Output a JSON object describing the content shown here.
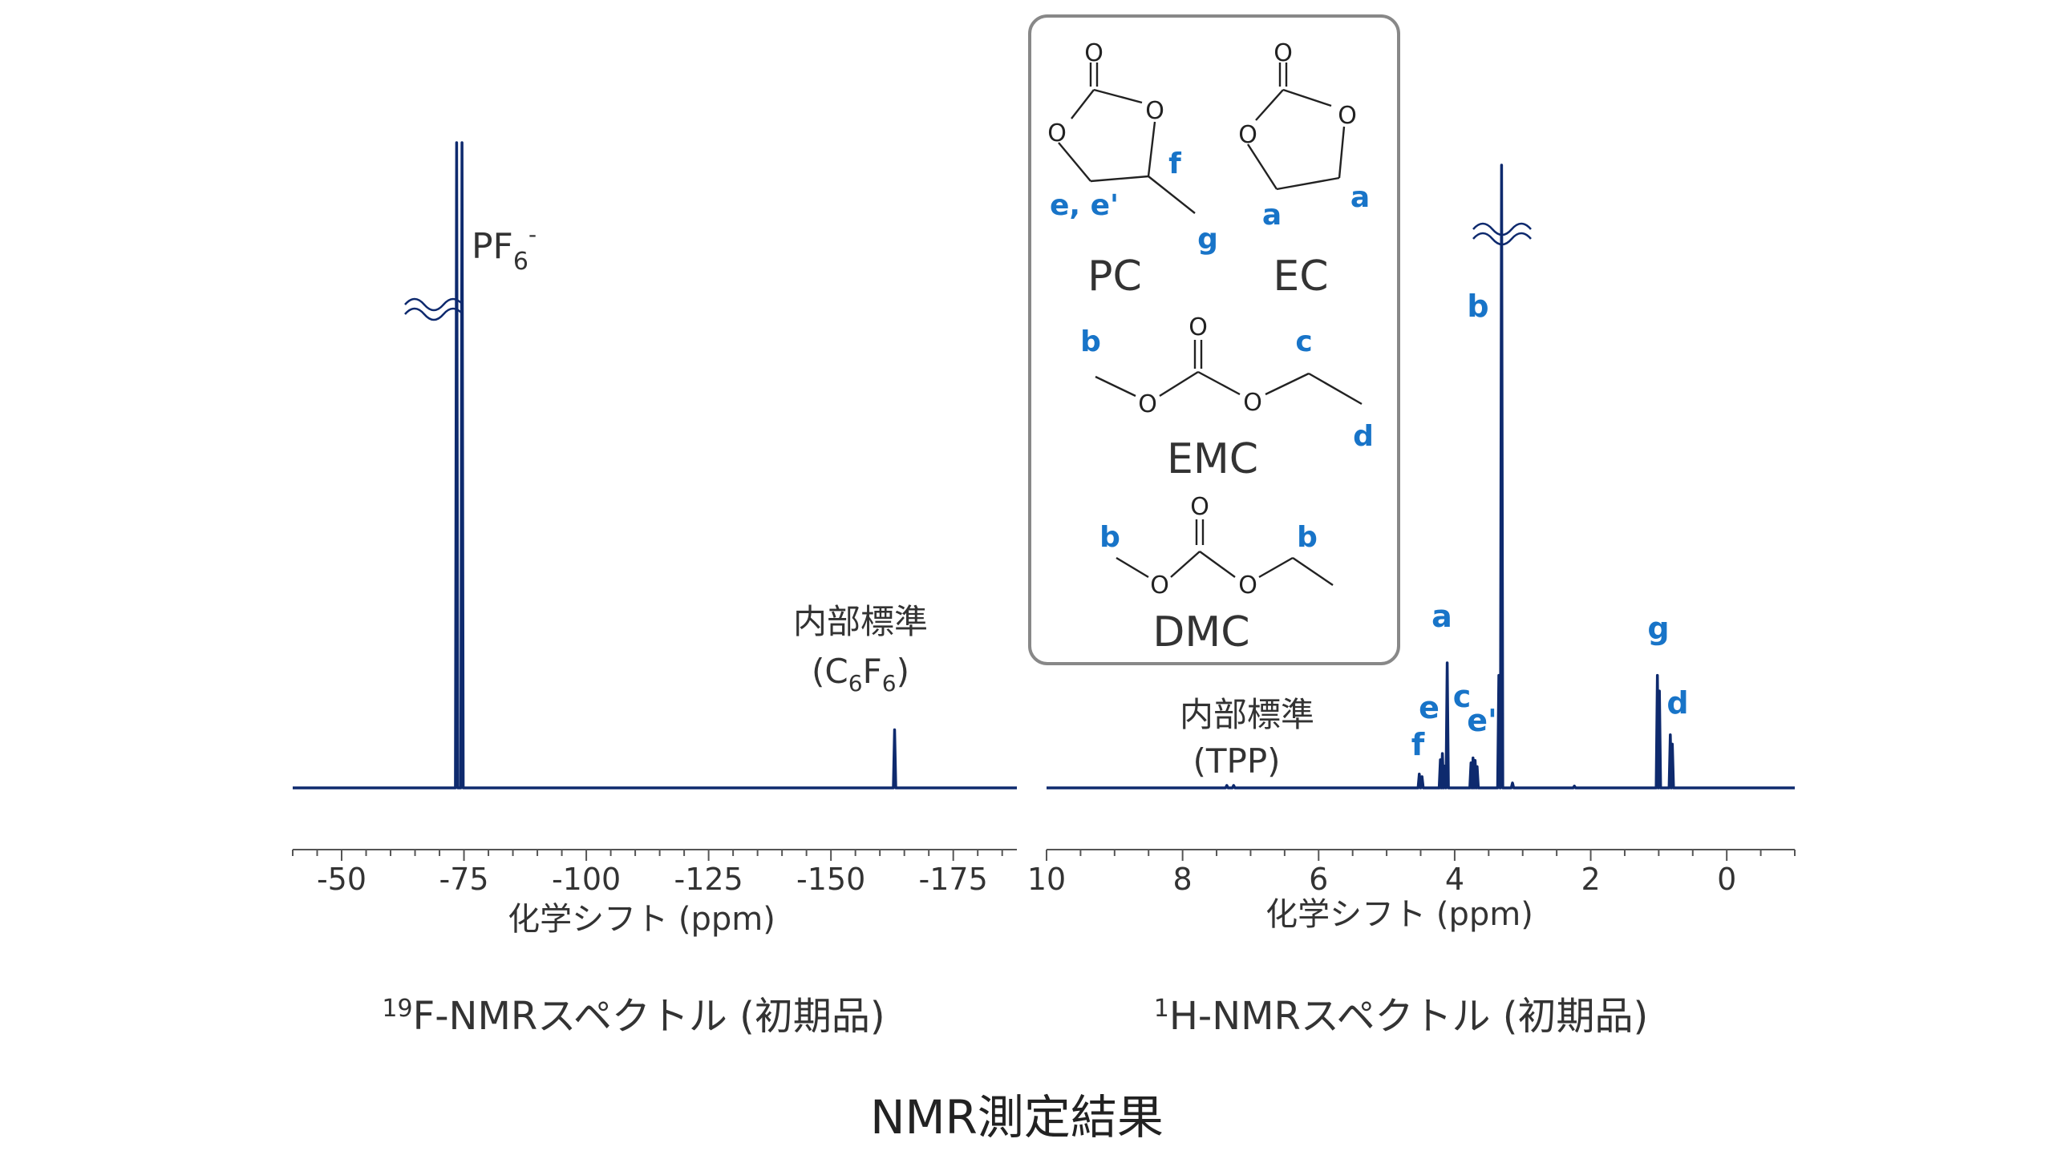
{
  "chart_data": [
    {
      "type": "line",
      "id": "f19",
      "title": "19F-NMRスペクトル (初期品)",
      "title_sup": "19",
      "title_main": "F-NMRスペクトル (初期品)",
      "xlabel": "化学シフト (ppm)",
      "ylabel": "",
      "xlim": [
        -40,
        -188
      ],
      "xticks": [
        -50,
        -75,
        -100,
        -125,
        -150,
        -175
      ],
      "xtick_labels": [
        "-50",
        "-75",
        "-100",
        "-125",
        "-150",
        "-175"
      ],
      "peaks": [
        {
          "x": -73.5,
          "height": 1.0,
          "clipped": true
        },
        {
          "x": -74.6,
          "height": 1.0,
          "clipped": true
        },
        {
          "x": -163.0,
          "height": 0.09
        }
      ],
      "annotations": [
        {
          "name": "pf6",
          "text": "PF",
          "sub": "6",
          "sup": "-"
        },
        {
          "name": "internal-std",
          "line1": "内部標準",
          "line2_pre": "(C",
          "line2_sub1": "6",
          "line2_mid": "F",
          "line2_sub2": "6",
          "line2_post": ")"
        }
      ]
    },
    {
      "type": "line",
      "id": "h1",
      "title": "1H-NMRスペクトル (初期品)",
      "title_sup": "1",
      "title_main": "H-NMRスペクトル (初期品)",
      "xlabel": "化学シフト (ppm)",
      "ylabel": "",
      "xlim": [
        10,
        -1
      ],
      "xticks": [
        10,
        8,
        6,
        4,
        2,
        0
      ],
      "xtick_labels": [
        "10",
        "8",
        "6",
        "4",
        "2",
        "0"
      ],
      "peaks": [
        {
          "x": 7.35,
          "height": 0.004
        },
        {
          "x": 7.25,
          "height": 0.004
        },
        {
          "x": 4.52,
          "height": 0.022
        },
        {
          "x": 4.48,
          "height": 0.018
        },
        {
          "x": 4.21,
          "height": 0.045
        },
        {
          "x": 4.18,
          "height": 0.055
        },
        {
          "x": 4.15,
          "height": 0.035
        },
        {
          "x": 4.11,
          "height": 0.2
        },
        {
          "x": 3.76,
          "height": 0.04
        },
        {
          "x": 3.73,
          "height": 0.048
        },
        {
          "x": 3.7,
          "height": 0.044
        },
        {
          "x": 3.67,
          "height": 0.034
        },
        {
          "x": 3.35,
          "height": 0.18
        },
        {
          "x": 3.31,
          "height": 1.0,
          "clipped": true
        },
        {
          "x": 3.15,
          "height": 0.008
        },
        {
          "x": 2.24,
          "height": 0.003
        },
        {
          "x": 1.02,
          "height": 0.18
        },
        {
          "x": 0.99,
          "height": 0.155
        },
        {
          "x": 0.83,
          "height": 0.085
        },
        {
          "x": 0.8,
          "height": 0.07
        }
      ],
      "peak_labels": [
        "a",
        "b",
        "c",
        "d",
        "e",
        "e'",
        "f",
        "g"
      ],
      "internal_standard": {
        "line1": "内部標準",
        "line2": "(TPP)"
      }
    }
  ],
  "molecules": {
    "pc": {
      "name": "PC",
      "labels": [
        "f",
        "e, e'",
        "g"
      ]
    },
    "ec": {
      "name": "EC",
      "labels": [
        "a",
        "a"
      ]
    },
    "emc": {
      "name": "EMC",
      "labels": [
        "b",
        "c",
        "d"
      ]
    },
    "dmc": {
      "name": "DMC",
      "labels": [
        "b",
        "b"
      ]
    }
  },
  "atom_symbol": "O",
  "caption": "NMR測定結果",
  "colors": {
    "spectrum": "#0e2a6e",
    "label_blue": "#1874c8",
    "text": "#333333",
    "box_border": "#888888"
  }
}
